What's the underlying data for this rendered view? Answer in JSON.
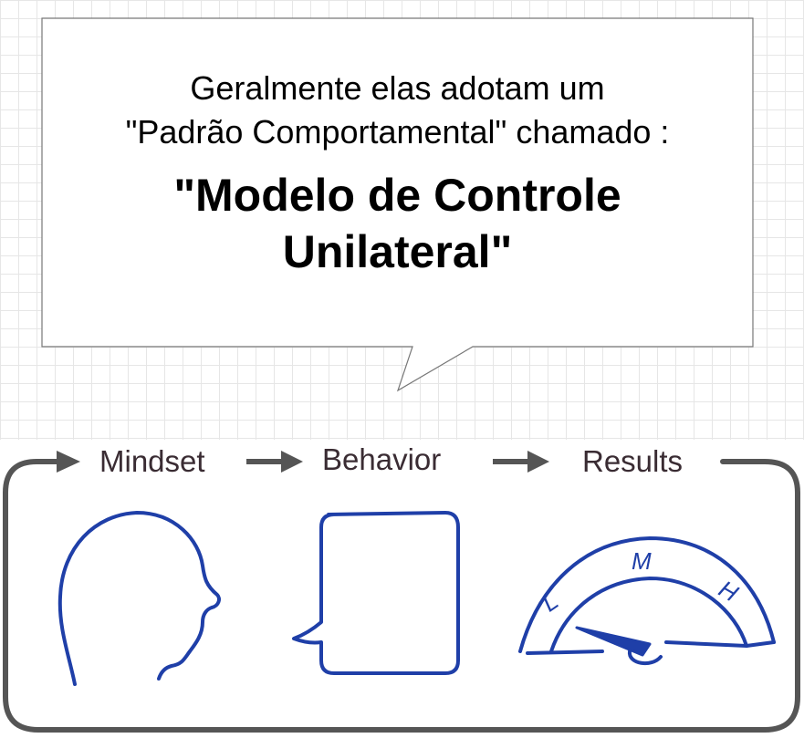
{
  "callout": {
    "intro_line1": "Geralmente elas adotam um",
    "intro_line2": "\"Padrão Comportamental\" chamado :",
    "highlight_line1": "\"Modelo de Controle",
    "highlight_line2": "Unilateral\""
  },
  "diagram": {
    "steps": [
      {
        "label": "Mindset",
        "icon": "head-profile-icon"
      },
      {
        "label": "Behavior",
        "icon": "speech-bubble-icon"
      },
      {
        "label": "Results",
        "icon": "gauge-icon"
      }
    ],
    "gauge_labels": [
      "L",
      "M",
      "H"
    ],
    "colors": {
      "sketch": "#1f3fa8",
      "frame": "#555555",
      "label": "#3a2c33"
    }
  }
}
